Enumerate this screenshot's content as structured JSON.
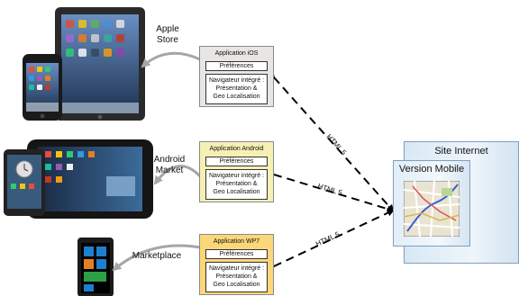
{
  "stores": {
    "apple": [
      "Apple",
      "Store"
    ],
    "android": [
      "Android",
      "Market"
    ],
    "windows": "Marketplace"
  },
  "apps": [
    {
      "title": "Application iOS",
      "pref": "Préférences",
      "nav": [
        "Navigateur intégré :",
        "Présentation &",
        "Geo Localisation"
      ]
    },
    {
      "title": "Application Android",
      "pref": "Préférences",
      "nav": [
        "Navigateur intégré :",
        "Présentation &",
        "Geo Localisation"
      ]
    },
    {
      "title": "Application WP7",
      "pref": "Préférences",
      "nav": [
        "Navigateur intégré :",
        "Présentation &",
        "Geo Localisation"
      ]
    }
  ],
  "connections": [
    "HTML 5",
    "HTML 5",
    "HTML 5"
  ],
  "site": {
    "title": "Site Internet",
    "mobile_title": "Version Mobile"
  },
  "colors": {
    "ios_box": "#e8e6e4",
    "android_box": "#f6f0b4",
    "wp7_box": "#fbd77a",
    "site_fill": "#e3eef7",
    "site_border": "#7f9fbf"
  }
}
